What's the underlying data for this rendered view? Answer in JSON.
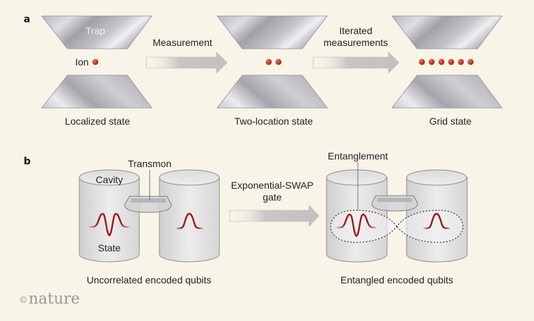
{
  "panel_a": {
    "label": "a",
    "trap_label": "Trap",
    "ion_label": "Ion",
    "arrow1_label": "Measurement",
    "arrow2_label_line1": "Iterated",
    "arrow2_label_line2": "measurements",
    "states": [
      "Localized state",
      "Two-location state",
      "Grid state"
    ],
    "ion_counts": [
      1,
      2,
      6
    ]
  },
  "panel_b": {
    "label": "b",
    "cavity_label": "Cavity",
    "transmon_label": "Transmon",
    "state_label": "State",
    "arrow_label_line1": "Exponential-SWAP",
    "arrow_label_line2": "gate",
    "entanglement_label": "Entanglement",
    "left_caption": "Uncorrelated encoded qubits",
    "right_caption": "Entangled encoded qubits"
  },
  "logo": {
    "copyright": "©",
    "name": "nature"
  },
  "colors": {
    "background": "#f8f4e8",
    "ion": "#c0392b",
    "wave": "#a0151c",
    "metal_dark": "#9d9ca3",
    "metal_light": "#ecebee"
  }
}
